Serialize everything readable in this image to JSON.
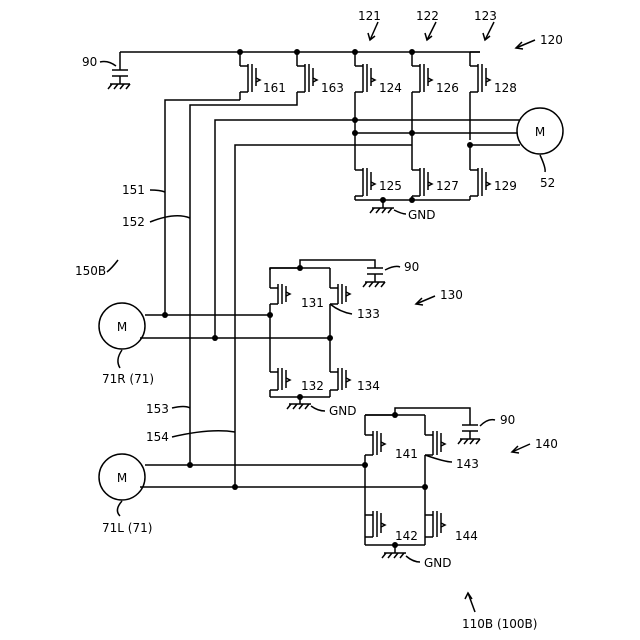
{
  "labels": {
    "ref_120": "120",
    "ref_121": "121",
    "ref_122": "122",
    "ref_123": "123",
    "ref_90_top": "90",
    "t161": "161",
    "t163": "163",
    "t124": "124",
    "t126": "126",
    "t128": "128",
    "t125": "125",
    "t127": "127",
    "t129": "129",
    "gnd_top": "GND",
    "motor52": "M",
    "ref_52": "52",
    "ref_151": "151",
    "ref_152": "152",
    "ref_150B": "150B",
    "ref_90_mid": "90",
    "ref_130": "130",
    "t131": "131",
    "t133": "133",
    "t132": "132",
    "t134": "134",
    "gnd_mid": "GND",
    "motor71R": "M",
    "ref_71R": "71R (71)",
    "ref_153": "153",
    "ref_154": "154",
    "ref_90_bot": "90",
    "ref_140": "140",
    "t141": "141",
    "t143": "143",
    "t142": "142",
    "t144": "144",
    "gnd_bot": "GND",
    "motor71L": "M",
    "ref_71L": "71L (71)",
    "ref_110B": "110B (100B)"
  }
}
